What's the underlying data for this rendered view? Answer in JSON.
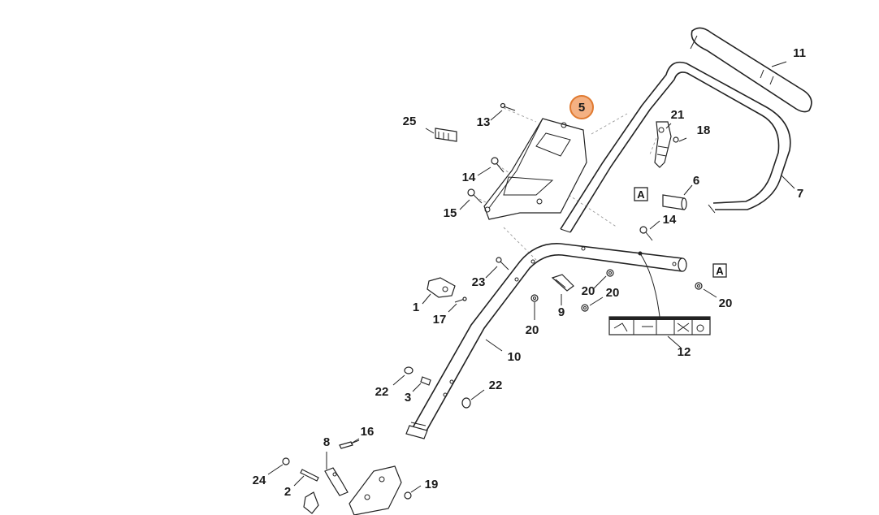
{
  "diagram": {
    "highlight_color": "#f4b183",
    "highlight_stroke": "#e07a30",
    "callouts": {
      "p1": "1",
      "p2": "2",
      "p3": "3",
      "p5": "5",
      "p6": "6",
      "p7": "7",
      "p8": "8",
      "p9": "9",
      "p10": "10",
      "p11": "11",
      "p12": "12",
      "p13": "13",
      "p14a": "14",
      "p14b": "14",
      "p15": "15",
      "p16": "16",
      "p17": "17",
      "p18": "18",
      "p19": "19",
      "p20a": "20",
      "p20b": "20",
      "p20c": "20",
      "p20d": "20",
      "p21": "21",
      "p22a": "22",
      "p22b": "22",
      "p23": "23",
      "p24": "24",
      "p25": "25"
    },
    "boxed_labels": {
      "a1": "A",
      "a2": "A"
    }
  }
}
